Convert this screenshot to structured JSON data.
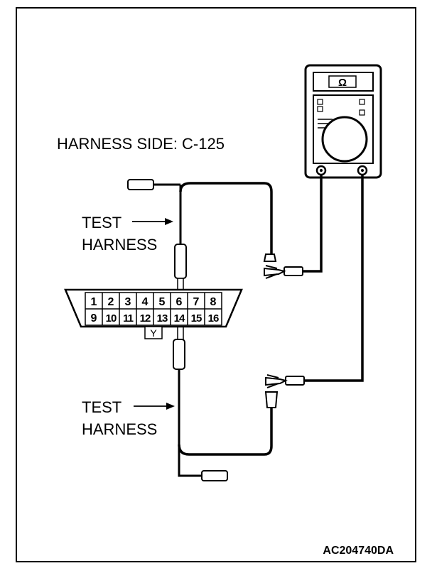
{
  "labels": {
    "harness_side": "HARNESS SIDE: C-125",
    "test_harness_upper": [
      "TEST",
      "HARNESS"
    ],
    "test_harness_lower": [
      "TEST",
      "HARNESS"
    ],
    "figure_code": "AC204740DA",
    "meter_symbol": "Ω",
    "wire_color_tag": "Y"
  },
  "connector": {
    "top_pins": [
      "1",
      "2",
      "3",
      "4",
      "5",
      "6",
      "7",
      "8"
    ],
    "bottom_pins": [
      "9",
      "10",
      "11",
      "12",
      "13",
      "14",
      "15",
      "16"
    ]
  },
  "icons": [
    "ohmmeter-icon",
    "probe-clip-icon",
    "test-harness-plug-icon"
  ]
}
